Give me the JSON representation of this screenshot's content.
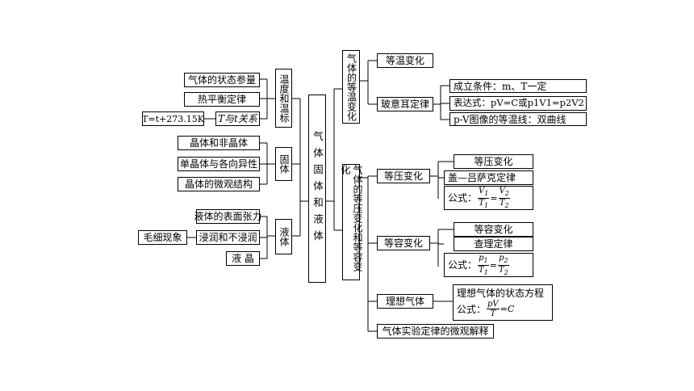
{
  "center": "气体固体和液体",
  "left": {
    "temperature": {
      "title": "温度和温标",
      "items": [
        "气体的状态参量",
        "热平衡定律",
        "T与t关系"
      ],
      "formula": "T=t+273.15K"
    },
    "solid": {
      "title": "固体",
      "items": [
        "晶体和非晶体",
        "单晶体与各向异性",
        "晶体的微观结构"
      ]
    },
    "liquid": {
      "title": "液体",
      "items": [
        "液体的表面张力",
        "浸润和不浸润",
        "液 晶"
      ],
      "extra": "毛细现象"
    }
  },
  "right": {
    "isothermal": {
      "title": "气体的等温变化",
      "items": [
        "等温变化",
        "玻意耳定律"
      ],
      "boyle": [
        "成立条件：m、T一定",
        "表达式：pV=C或p1V1=p2V2",
        "p-V图像的等温线：双曲线"
      ]
    },
    "isobaric": {
      "title": "气体的等压变化和等容变化",
      "items": [
        "等压变化",
        "等容变化",
        "理想气体",
        "气体实验定律的微观解释"
      ],
      "isobaric_details": [
        "等压变化",
        "盖—吕萨克定律",
        "公式："
      ],
      "isochoric_details": [
        "等容变化",
        "查理定律",
        "公式："
      ],
      "ideal_details": [
        "理想气体的状态方程",
        "公式："
      ]
    }
  }
}
